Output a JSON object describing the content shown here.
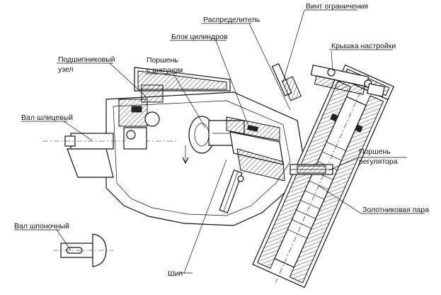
{
  "labels": {
    "vint_ogranicheniya": "Винт ограничения",
    "raspredelitel": "Распределитель",
    "kryshka_nastroyki": "Крышка настройки",
    "blok_tsilindrov": "Блок цилиндров",
    "podshipnikovy_line1": "Подшипниковый",
    "podshipnikovy_line2": "узел",
    "porshen_shatun_line1": "Поршень",
    "porshen_shatun_line2": "с шатуном",
    "val_shlitsevy": "Вал шлицевый",
    "porshen_reg_line1": "Поршень",
    "porshen_reg_line2": "регулятора",
    "zolotnikovaya_para": "Золотниковая пара",
    "val_shponochny": "Вал шпоночный",
    "ship": "Шип"
  },
  "colors": {
    "ink": "#111111",
    "background": "#ffffff"
  }
}
